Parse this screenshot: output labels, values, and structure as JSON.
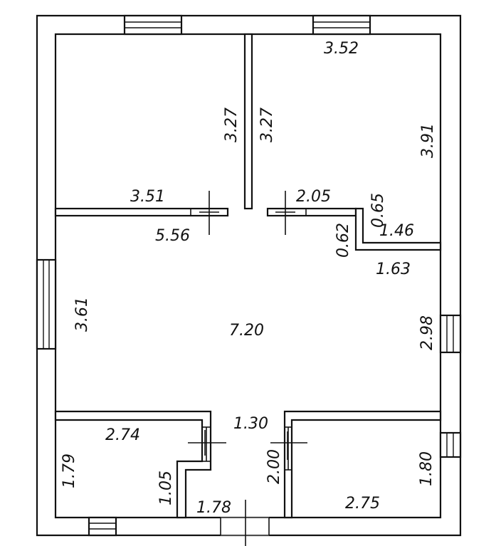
{
  "plan": {
    "dimensions": {
      "top_right_width": "3.52",
      "left_room_height": "3.27",
      "right_room_height_left": "3.27",
      "right_room_height": "3.91",
      "left_room_width": "3.51",
      "corridor_width": "2.05",
      "notch_small": "0.65",
      "notch_width": "1.46",
      "living_top_width": "5.56",
      "notch_height": "0.62",
      "notch_bottom_width": "1.63",
      "living_left_height": "3.61",
      "living_width": "7.20",
      "living_right_height": "2.98",
      "hall_width": "1.30",
      "bath_width": "2.74",
      "hall_door": "2.00",
      "bottom_right_height": "1.80",
      "bath_height": "1.79",
      "small_closet": "1.05",
      "entry_width": "1.78",
      "bottom_right_width": "2.75"
    }
  }
}
